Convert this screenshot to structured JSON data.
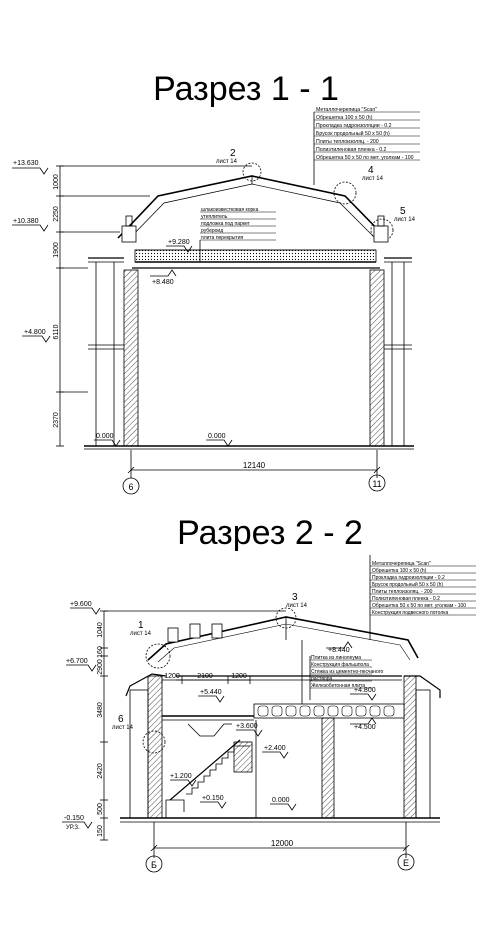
{
  "s1": {
    "title": "Разрез 1 - 1",
    "roof_layers": [
      "Металлочерепица \"Scan\"",
      "Обрешетка 100 х 50 (h)",
      "Прокладка гидроизоляции - 0.2",
      "Брусок продольный 50 х 50 (h)",
      "Плиты теплоизоляц. - 200",
      "Полиэтиленовая пленка - 0.2",
      "Обрешетка 50 х 50 по мет. уголкам - 100"
    ],
    "floor_layers": [
      "шлакоизвестковая корка",
      "утеплитель",
      "подложка под паркет",
      "рубероид",
      "плита перекрытия"
    ],
    "marks": {
      "m13630": "+13.630",
      "m10380": "+10.380",
      "m4800": "+4.800",
      "m9280": "+9.280",
      "m8480": "+8.480",
      "z1": "0.000",
      "z2": "0.000"
    },
    "dims": {
      "d1000": "1000",
      "d2250": "2250",
      "d1900": "1900",
      "d6110": "6110",
      "d2370": "2370",
      "d12140": "12140"
    },
    "callouts": [
      {
        "num": "2",
        "sheet": "лист 14"
      },
      {
        "num": "4",
        "sheet": "лист 14"
      },
      {
        "num": "5",
        "sheet": "лист 14"
      }
    ],
    "axes": [
      "6",
      "11"
    ]
  },
  "s2": {
    "title": "Разрез 2 - 2",
    "roof_layers": [
      "Металлочерепица \"Scan\"",
      "Обрешетка 100 х 50 (h)",
      "Прокладка гидроизоляции - 0.2",
      "Брусок продольный 50 х 50 (h)",
      "Плиты теплоизоляц. - 200",
      "Полиэтиленовая пленка - 0.2",
      "Обрешетка 50 х 50 по мет. уголкам - 100",
      "Конструкция подвесного потолка"
    ],
    "floor_layers": [
      "Плитка из линолеума",
      "Конструкция фальшпола",
      "Стяжка из цементно-песчаного",
      "раствора",
      "Железобетонная плита"
    ],
    "marks": {
      "m9600": "+9.600",
      "m6700": "+6.700",
      "m5440": "+5.440",
      "m3600": "+3.600",
      "m2400": "+2.400",
      "m1200": "+1.200",
      "m0150": "+0.150",
      "z": "0.000",
      "m8440": "+8.440",
      "m4800": "+4.800",
      "m4500": "+4.500",
      "neg": "-0.150",
      "ur": "УР.З."
    },
    "dims": {
      "d1040": "1040",
      "d160": "160",
      "d2900": "2900",
      "d3480": "3480",
      "d2420": "2420",
      "d500": "500",
      "d150": "150",
      "d1200a": "1200",
      "d2100": "2100",
      "d1200b": "1200",
      "d12000": "12000"
    },
    "callouts": [
      {
        "num": "1",
        "sheet": "лист 14"
      },
      {
        "num": "3",
        "sheet": "лист 14"
      },
      {
        "num": "6",
        "sheet": "лист 14"
      }
    ],
    "axes": [
      "Б",
      "Е"
    ]
  }
}
